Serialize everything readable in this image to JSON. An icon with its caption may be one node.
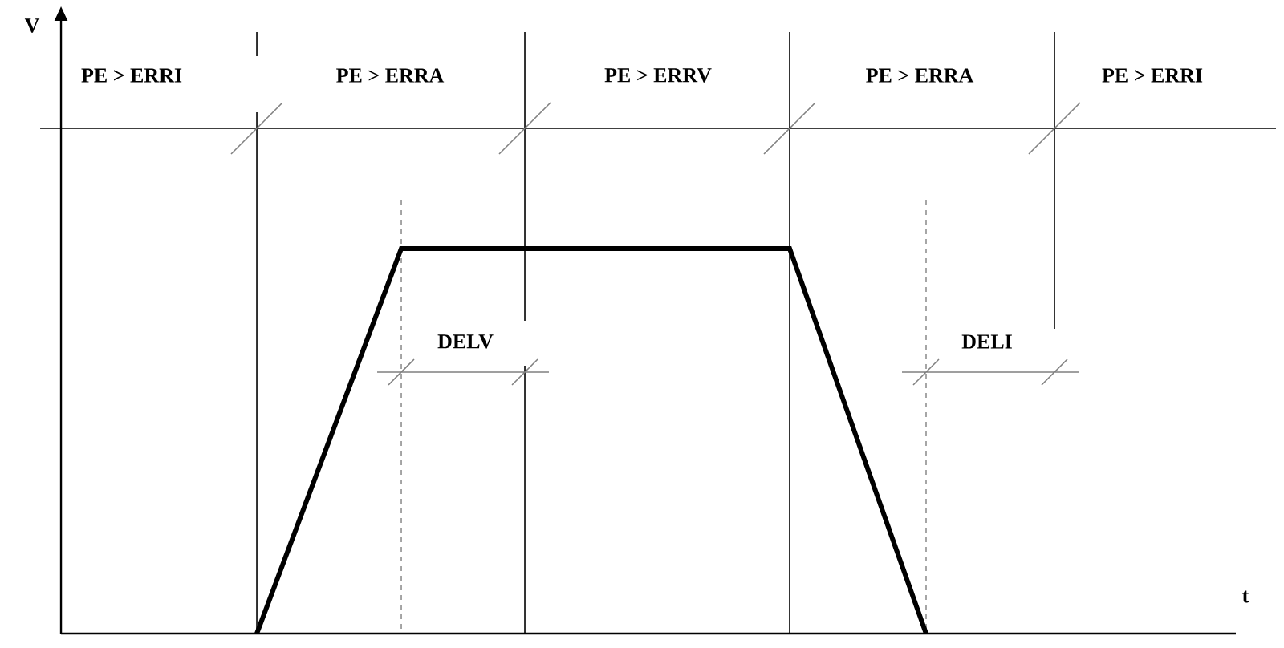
{
  "diagram": {
    "labels": [
      "V",
      "PE > ERRI",
      "PE > ERRA",
      "PE > ERRV",
      "PE > ERRA",
      "PE > ERRI",
      "DELV",
      "DELI",
      "t"
    ]
  }
}
